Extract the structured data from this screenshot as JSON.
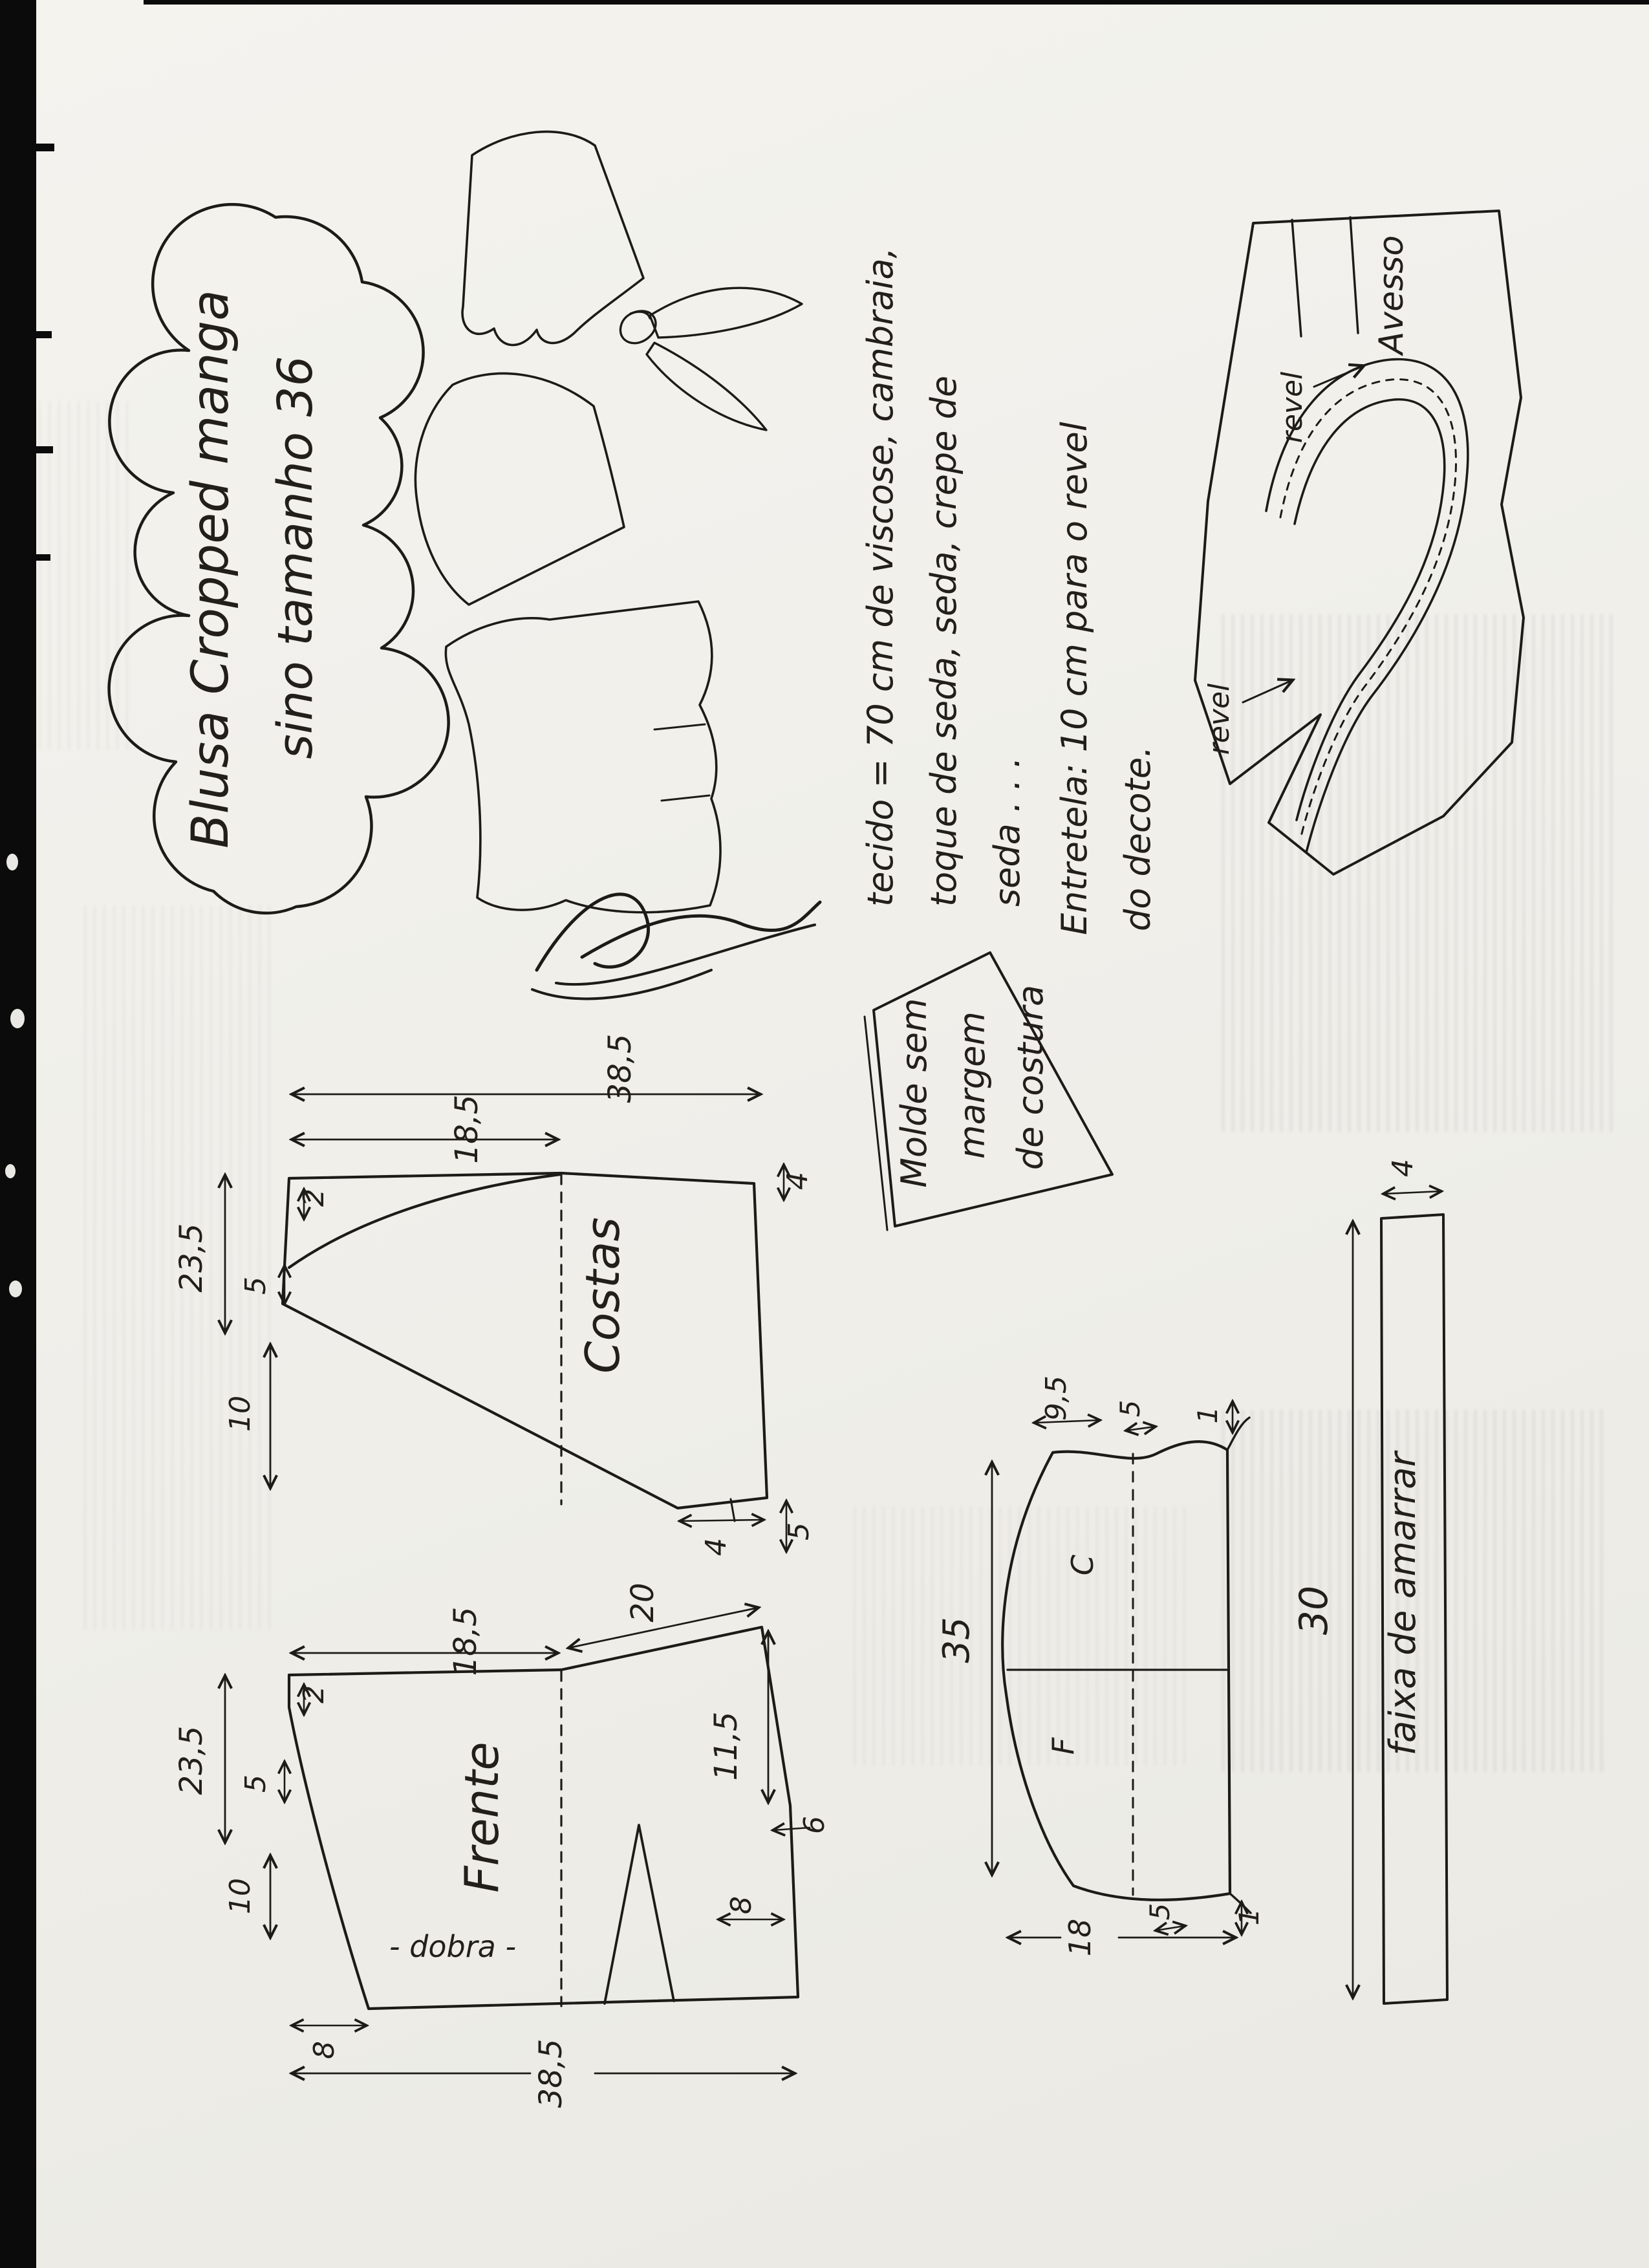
{
  "title": {
    "line1": "Blusa Cropped manga",
    "line2": "sino tamanho 36"
  },
  "notes": {
    "fabric_line1": "tecido = 70 cm  de viscose, cambraia,",
    "fabric_line2": "toque de seda, seda, crepe de",
    "fabric_line3": "seda . . .",
    "fabric_line4": "Entretela: 10 cm para o revel",
    "fabric_line5": "do decote."
  },
  "facing": {
    "avesso": "Avesso",
    "revel_top": "revel",
    "revel_left": "revel"
  },
  "stamp": {
    "line1": "Molde sem",
    "line2": "margem",
    "line3": "de costura"
  },
  "costas": {
    "label": "Costas",
    "dim_width": "38,5",
    "dim_half": "18,5",
    "dim_drop": "2",
    "dim_shoulder": "5",
    "dim_side": "23,5",
    "dim_lower": "10",
    "dim_right": "4",
    "dim_hem_a": "4",
    "dim_hem_b": "5"
  },
  "frente": {
    "label": "Frente",
    "fold": "- dobra -",
    "dim_half": "18,5",
    "dim_shoulder_slant": "20",
    "dim_drop": "2",
    "dim_shoulder": "5",
    "dim_side": "23,5",
    "dim_lower": "10",
    "dim_armhole": "11,5",
    "dim_dart": "6",
    "dim_vent": "8",
    "dim_hem_left": "8",
    "dim_width": "38,5"
  },
  "manga": {
    "letter_c": "C",
    "letter_f": "F",
    "dim_top": "9,5",
    "dim_top_5": "5",
    "dim_top_1": "1",
    "dim_length": "35",
    "dim_bottom": "18",
    "dim_bottom_5": "5",
    "dim_bottom_1": "1"
  },
  "faixa": {
    "label": "faixa de amarrar",
    "dim_length": "30",
    "dim_width": "4"
  }
}
